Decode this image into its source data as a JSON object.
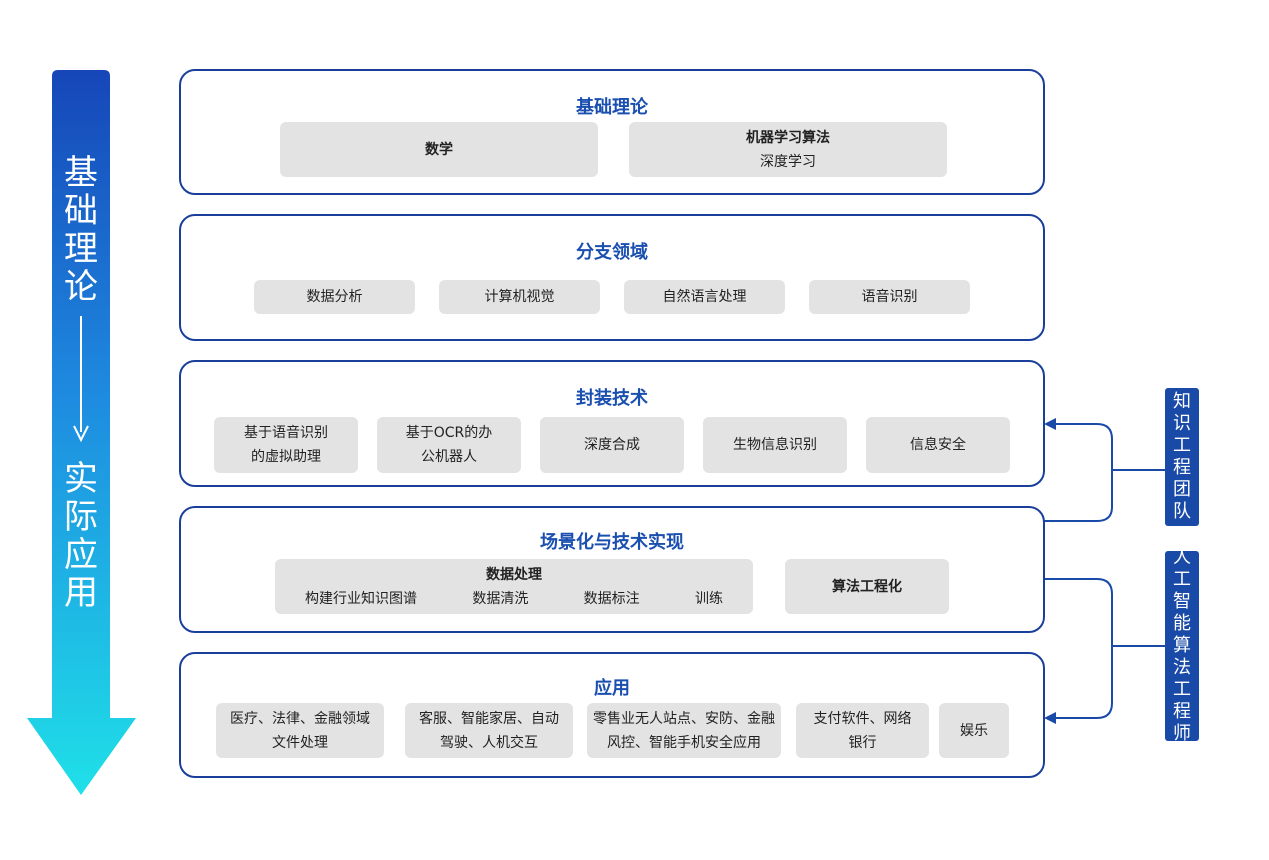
{
  "side": {
    "top_label": "基础理论",
    "bottom_label": "实际应用"
  },
  "layers": {
    "theory": {
      "title": "基础理论",
      "math": "数学",
      "ml_title": "机器学习算法",
      "ml_sub": "深度学习"
    },
    "branch": {
      "title": "分支领域",
      "items": [
        "数据分析",
        "计算机视觉",
        "自然语言处理",
        "语音识别"
      ]
    },
    "packaging": {
      "title": "封装技术",
      "items": [
        [
          "基于语音识别",
          "的虚拟助理"
        ],
        [
          "基于OCR的办",
          "公机器人"
        ],
        [
          "深度合成"
        ],
        [
          "生物信息识别"
        ],
        [
          "信息安全"
        ]
      ]
    },
    "scenario": {
      "title": "场景化与技术实现",
      "data_title": "数据处理",
      "data_items": [
        "构建行业知识图谱",
        "数据清洗",
        "数据标注",
        "训练"
      ],
      "algo": "算法工程化"
    },
    "application": {
      "title": "应用",
      "items": [
        [
          "医疗、法律、金融领域",
          "文件处理"
        ],
        [
          "客服、智能家居、自动",
          "驾驶、人机交互"
        ],
        [
          "零售业无人站点、安防、金融",
          "风控、智能手机安全应用"
        ],
        [
          "支付软件、网络",
          "银行"
        ],
        [
          "娱乐"
        ]
      ]
    }
  },
  "teams": {
    "knowledge": "知识工程团队",
    "ai_engineer": "人工智能算法工程师"
  },
  "colors": {
    "border": "#1a3f9a",
    "title": "#1a4fb0",
    "team_bg": "#1a4aa8",
    "box_bg": "#e3e3e3",
    "arrow_top": "#1646b8",
    "arrow_bottom": "#1fd8e6"
  }
}
